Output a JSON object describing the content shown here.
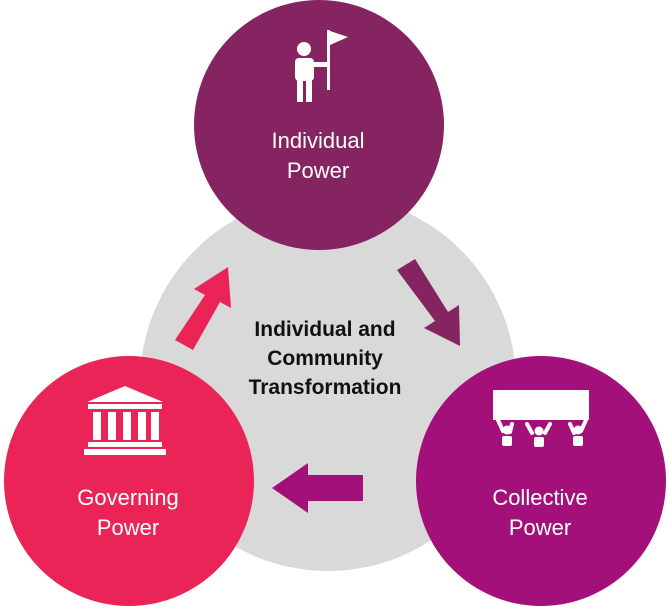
{
  "diagram": {
    "center": {
      "title_line1": "Individual and",
      "title_line2": "Community",
      "title_line3": "Transformation",
      "color": "#d9d9d9"
    },
    "nodes": [
      {
        "id": "individual",
        "line1": "Individual",
        "line2": "Power",
        "color": "#862461",
        "icon": "person-with-flag-icon"
      },
      {
        "id": "collective",
        "line1": "Collective",
        "line2": "Power",
        "color": "#a4107a",
        "icon": "group-holding-banner-icon"
      },
      {
        "id": "governing",
        "line1": "Governing",
        "line2": "Power",
        "color": "#eb2457",
        "icon": "government-building-icon"
      }
    ],
    "arrows": [
      {
        "from": "individual",
        "to": "collective",
        "color": "#862461",
        "icon": "arrow-down-right-icon"
      },
      {
        "from": "collective",
        "to": "governing",
        "color": "#a4107a",
        "icon": "arrow-left-icon"
      },
      {
        "from": "governing",
        "to": "individual",
        "color": "#eb2457",
        "icon": "arrow-up-right-icon"
      }
    ]
  }
}
